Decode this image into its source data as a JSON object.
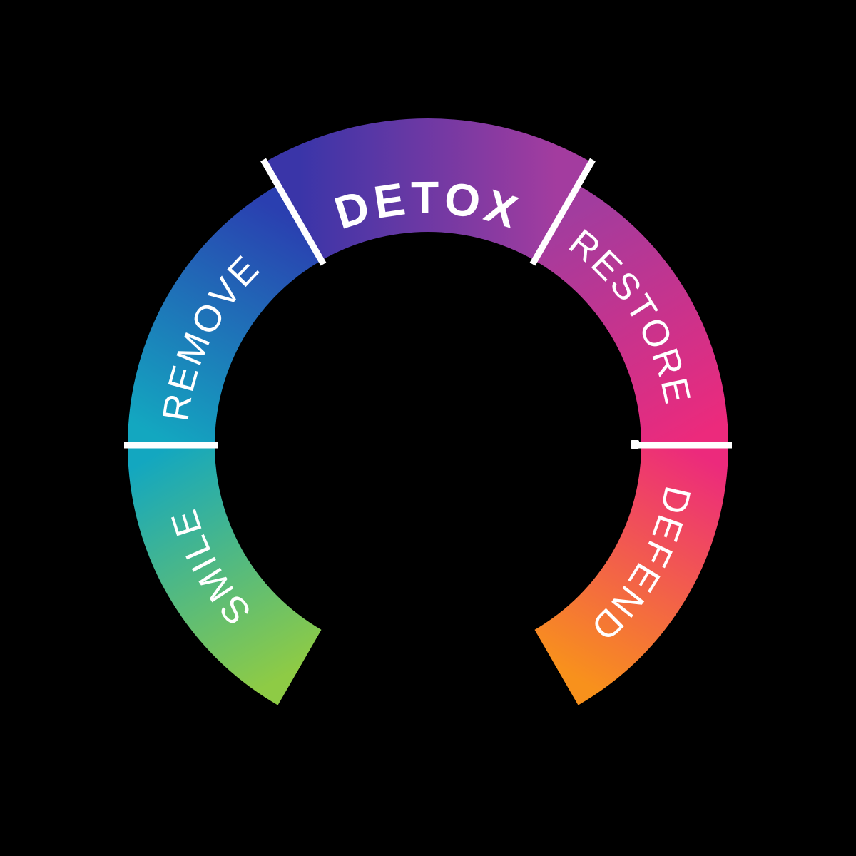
{
  "diagram": {
    "type": "circular-process-wheel",
    "background_color": "#000000",
    "divider_color": "#ffffff",
    "label_color": "#ffffff",
    "segments": [
      {
        "id": "smile",
        "label": "SMILE",
        "emphasized": false,
        "color_start": "#8ECB45",
        "color_end": "#13A7C0"
      },
      {
        "id": "remove",
        "label": "REMOVE",
        "emphasized": false,
        "color_start": "#13A7C0",
        "color_end": "#2A3FB0"
      },
      {
        "id": "detox",
        "label": "DETOX",
        "emphasized": true,
        "color_start": "#3A35A8",
        "color_end": "#A33C9F"
      },
      {
        "id": "restore",
        "label": "RESTORE",
        "emphasized": false,
        "color_start": "#A23C9E",
        "color_end": "#EC2A7C"
      },
      {
        "id": "defend",
        "label": "DEFEND",
        "emphasized": false,
        "color_start": "#EC2A7C",
        "color_end": "#F8911C"
      }
    ]
  }
}
